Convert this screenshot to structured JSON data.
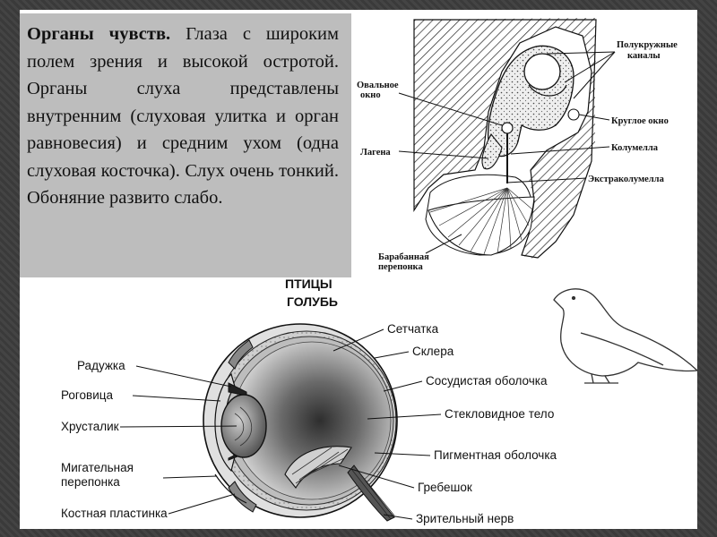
{
  "text_block": {
    "title": "Органы чувств.",
    "body": "Глаза с широким полем зрения и высокой остротой. Органы слуха представлены внутренним (слуховая улитка и орган равновесия) и средним ухом (одна слуховая косточка). Слух очень тонкий. Обоняние развито слабо."
  },
  "ear_diagram": {
    "labels": {
      "semicircular_1": "Полукружные",
      "semicircular_2": "каналы",
      "oval_window_1": "Овальное",
      "oval_window_2": "окно",
      "round_window": "Круглое окно",
      "lagena": "Лагена",
      "columella": "Колумелла",
      "extracolumella": "Экстраколумелла",
      "tympanic_1": "Барабанная",
      "tympanic_2": "перепонка"
    }
  },
  "eye_diagram": {
    "header": {
      "class": "ПТИЦЫ",
      "species": "ГОЛУБЬ"
    },
    "labels": {
      "iris": "Радужка",
      "cornea": "Роговица",
      "lens": "Хрусталик",
      "nictitating_1": "Мигательная",
      "nictitating_2": "перепонка",
      "bony_plate": "Костная пластинка",
      "retina": "Сетчатка",
      "sclera": "Склера",
      "choroid": "Сосудистая оболочка",
      "vitreous": "Стекловидное тело",
      "pigment": "Пигментная оболочка",
      "pecten": "Гребешок",
      "optic_nerve": "Зрительный нерв"
    }
  },
  "colors": {
    "frame": "#3c3c3c",
    "text_box": "#bdbdbd",
    "panel": "#ffffff"
  }
}
